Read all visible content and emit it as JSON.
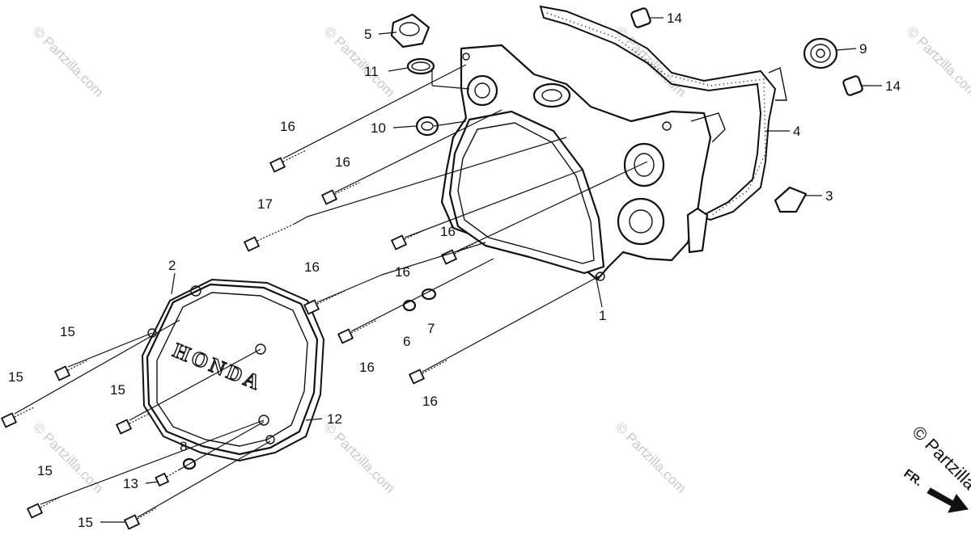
{
  "callouts": [
    {
      "label": "1"
    },
    {
      "label": "2"
    },
    {
      "label": "3"
    },
    {
      "label": "4"
    },
    {
      "label": "5"
    },
    {
      "label": "6"
    },
    {
      "label": "7"
    },
    {
      "label": "8"
    },
    {
      "label": "9"
    },
    {
      "label": "10"
    },
    {
      "label": "11"
    },
    {
      "label": "12"
    },
    {
      "label": "13"
    },
    {
      "label": "14"
    },
    {
      "label": "14"
    },
    {
      "label": "15"
    },
    {
      "label": "15"
    },
    {
      "label": "15"
    },
    {
      "label": "15"
    },
    {
      "label": "15"
    },
    {
      "label": "16"
    },
    {
      "label": "16"
    },
    {
      "label": "16"
    },
    {
      "label": "16"
    },
    {
      "label": "16"
    },
    {
      "label": "16"
    },
    {
      "label": "16"
    },
    {
      "label": "17"
    }
  ],
  "cover_brand": "HONDA",
  "watermark": "© Partzilla.com",
  "corner_copyright": "© Partzilla",
  "direction_label": "FR."
}
